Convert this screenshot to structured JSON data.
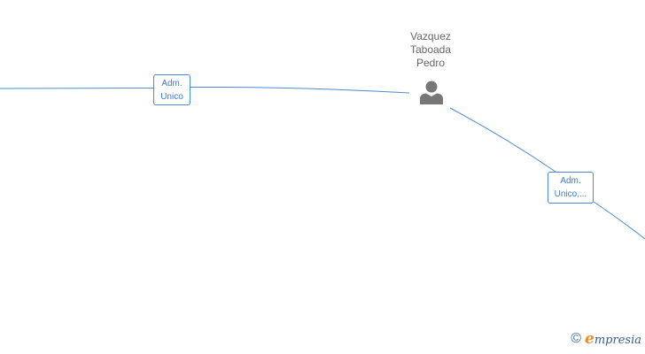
{
  "person": {
    "name_line1": "Vazquez",
    "name_line2": "Taboada",
    "name_line3": "Pedro",
    "icon": "person-icon"
  },
  "relations": [
    {
      "line1": "Adm.",
      "line2": "Unico"
    },
    {
      "line1": "Adm.",
      "line2": "Unico,..."
    }
  ],
  "watermark": {
    "copyright_symbol": "©",
    "brand_initial": "e",
    "brand_rest": "mpresia"
  },
  "colors": {
    "edge": "#4a8bd8",
    "label_text": "#3a7bd5",
    "name_text": "#666666",
    "person_icon": "#777777",
    "brand_orange": "#f28c18",
    "brand_blue": "#2f5d9a"
  }
}
